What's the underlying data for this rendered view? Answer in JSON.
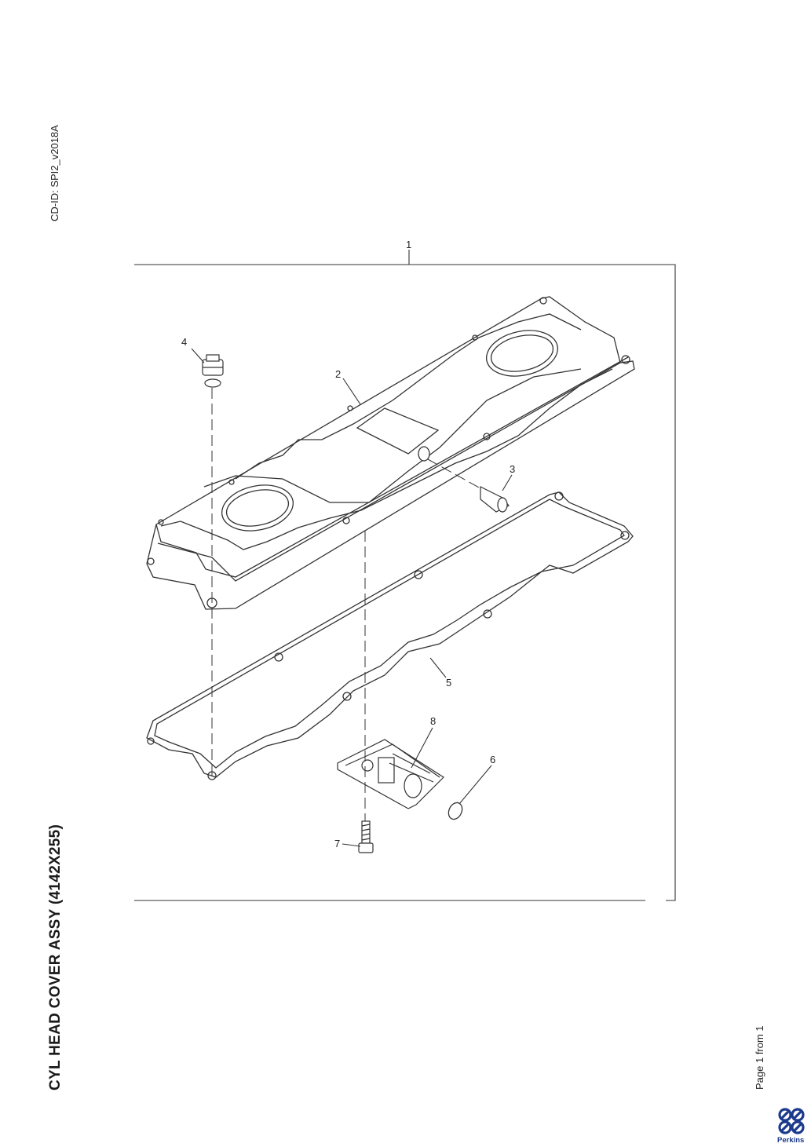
{
  "header": {
    "cd_id": "CD-ID: SPI2_v2018A"
  },
  "title": "CYL HEAD COVER ASSY (4142X255)",
  "footer": {
    "page_info": "Page 1 from 1",
    "brand": "Perkins"
  },
  "brand_color": "#1b3a8c",
  "callouts": [
    "1",
    "2",
    "3",
    "4",
    "5",
    "6",
    "7",
    "8"
  ]
}
